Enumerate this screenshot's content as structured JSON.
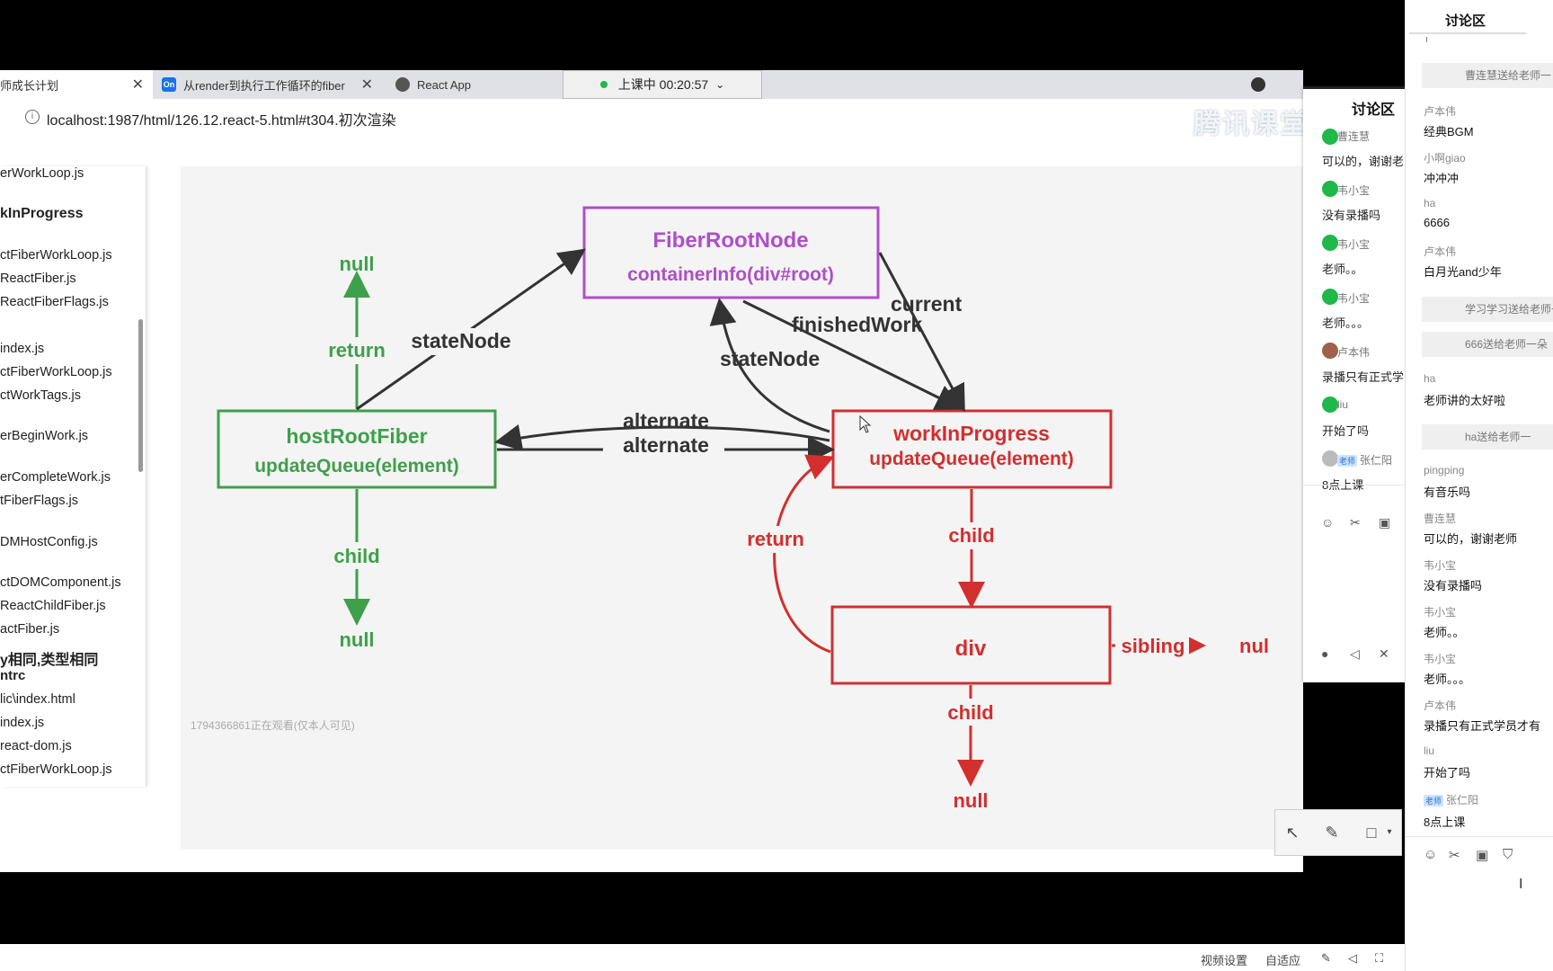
{
  "tabs": [
    {
      "label": "师成长计划",
      "close": "✕"
    },
    {
      "label": "从render到执行工作循环的fiber",
      "favicon": "On",
      "close": "✕"
    },
    {
      "label": "React App"
    }
  ],
  "live": {
    "text": "上课中 00:20:57",
    "chevron": "⌄"
  },
  "address": {
    "url": "localhost:1987/html/126.12.react-5.html#t304.初次渲染",
    "info_icon": "i"
  },
  "watermark": "腾讯课堂",
  "files": [
    {
      "label": "erWorkLoop.js"
    },
    {
      "label": "kInProgress",
      "bold": true
    },
    {
      "label": "ctFiberWorkLoop.js"
    },
    {
      "label": "ReactFiber.js"
    },
    {
      "label": "ReactFiberFlags.js"
    },
    {
      "label": "index.js"
    },
    {
      "label": "ctFiberWorkLoop.js"
    },
    {
      "label": "ctWorkTags.js"
    },
    {
      "label": "erBeginWork.js"
    },
    {
      "label": "erCompleteWork.js"
    },
    {
      "label": "tFiberFlags.js"
    },
    {
      "label": "DMHostConfig.js"
    },
    {
      "label": "ctDOMComponent.js"
    },
    {
      "label": "ReactChildFiber.js"
    },
    {
      "label": "actFiber.js"
    },
    {
      "label": "y相同,类型相同",
      "bold": true
    },
    {
      "label": "ntrc",
      "bold": true
    },
    {
      "label": "lic\\index.html"
    },
    {
      "label": "index.js"
    },
    {
      "label": "react-dom.js"
    },
    {
      "label": "ctFiberWorkLoop.js"
    }
  ],
  "diagram": {
    "fiber_root": {
      "title": "FiberRootNode",
      "subtitle": "containerInfo(div#root)"
    },
    "host_root": {
      "title": "hostRootFiber",
      "subtitle": "updateQueue(element)"
    },
    "wip": {
      "title": "workInProgress",
      "subtitle": "updateQueue(element)"
    },
    "div_box": {
      "title": "div"
    },
    "labels": {
      "null_top": "null",
      "return_left": "return",
      "state_node_left": "stateNode",
      "current": "current",
      "finished_work": "finishedWork",
      "state_node_mid": "stateNode",
      "alternate_top": "alternate",
      "alternate_bottom": "alternate",
      "child_left": "child",
      "null_left": "null",
      "return_right": "return",
      "child_right": "child",
      "sibling": "sibling",
      "null_sibling": "nul",
      "child_bottom": "child",
      "null_bottom": "null"
    },
    "colors": {
      "purple": "#b04ec9",
      "green": "#3ea04a",
      "red": "#d22f2f",
      "dark": "#333333"
    }
  },
  "watch_notice": "1794366861正在观看(仅本人可见)",
  "mini_chat": {
    "title": "讨论区",
    "messages": [
      {
        "name": "曹连慧",
        "text": "可以的，谢谢老"
      },
      {
        "name": "韦小宝",
        "text": "没有录播吗"
      },
      {
        "name": "韦小宝",
        "text": "老师。。"
      },
      {
        "name": "韦小宝",
        "text": "老师。。。"
      },
      {
        "name": "卢本伟",
        "text": "录播只有正式学"
      },
      {
        "name": "liu",
        "text": "开始了吗"
      },
      {
        "name": "张仁阳",
        "teacher": "老师",
        "text": "8点上课"
      }
    ]
  },
  "discussion": {
    "title": "讨论区",
    "cursor": "I",
    "items": [
      {
        "type": "gift",
        "text": "曹连慧送给老师一"
      },
      {
        "type": "msg",
        "name": "卢本伟",
        "text": "经典BGM"
      },
      {
        "type": "msg",
        "name": "小啊giao",
        "text": "冲冲冲"
      },
      {
        "type": "msg",
        "name": "ha",
        "text": "6666"
      },
      {
        "type": "msg",
        "name": "卢本伟",
        "text": "白月光and少年"
      },
      {
        "type": "gift",
        "text": "学习学习送给老师一"
      },
      {
        "type": "gift",
        "text": "666送给老师一朵"
      },
      {
        "type": "msg",
        "name": "ha",
        "text": "老师讲的太好啦"
      },
      {
        "type": "gift",
        "text": "ha送给老师一"
      },
      {
        "type": "msg",
        "name": "pingping",
        "text": "有音乐吗"
      },
      {
        "type": "msg",
        "name": "曹连慧",
        "text": "可以的，谢谢老师"
      },
      {
        "type": "msg",
        "name": "韦小宝",
        "text": "没有录播吗"
      },
      {
        "type": "msg",
        "name": "韦小宝",
        "text": "老师。。"
      },
      {
        "type": "msg",
        "name": "韦小宝",
        "text": "老师。。。"
      },
      {
        "type": "msg",
        "name": "卢本伟",
        "text": "录播只有正式学员才有"
      },
      {
        "type": "msg",
        "name": "liu",
        "text": "开始了吗"
      },
      {
        "type": "msg",
        "name": "张仁阳",
        "teacher": "老师",
        "text": "8点上课"
      }
    ]
  },
  "bottom": {
    "video_settings": "视频设置",
    "adaptive": "自适应"
  }
}
